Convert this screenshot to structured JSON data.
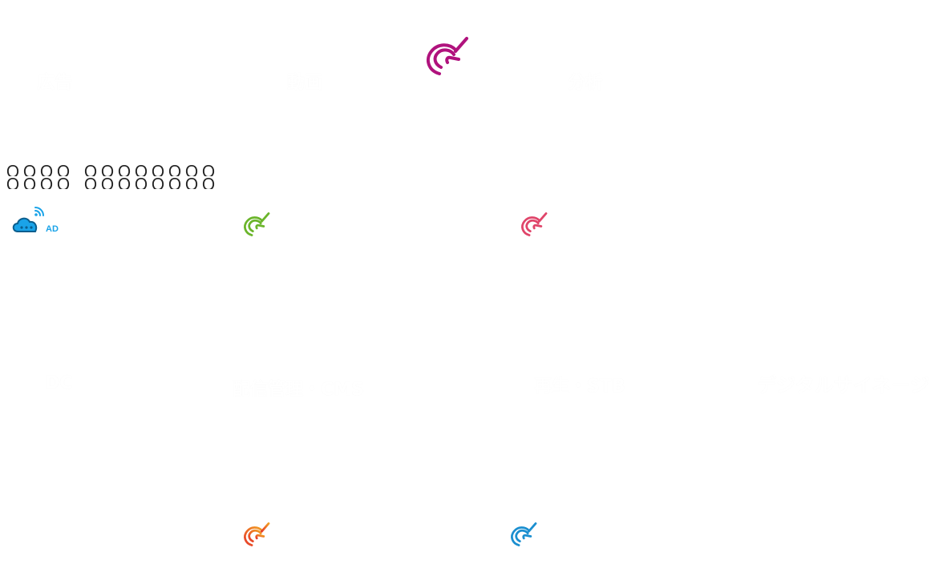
{
  "categories_top": [
    {
      "key": "ads",
      "label": "広告"
    },
    {
      "key": "video",
      "label": "動画"
    },
    {
      "key": "analytics",
      "label": "分析"
    }
  ],
  "categories_bottom": [
    {
      "key": "dc",
      "label": "DC"
    },
    {
      "key": "delivery",
      "label": "配信管理・CMS"
    },
    {
      "key": "playback",
      "label": "再生・STB"
    },
    {
      "key": "signage",
      "label": "デジタルサイネージ"
    }
  ],
  "brand": {
    "line1": "ＯＯＯＯ ＯＯＯＯＯＯＯＯ",
    "line2": "ＯＯＯＯ ＯＯＯＯＯＯＯＯ"
  },
  "cloud_ad": {
    "tag": "AD"
  },
  "colors": {
    "unicorn_magenta": "#b0127d",
    "unicorn_green": "#6bb52b",
    "unicorn_pink": "#e0456a",
    "unicorn_orange": "#e8592a",
    "unicorn_blue": "#1b8fd0",
    "cloud_blue": "#1aa3e8"
  },
  "icons": [
    "unicorn-logo-icon",
    "cloud-ad-icon"
  ]
}
